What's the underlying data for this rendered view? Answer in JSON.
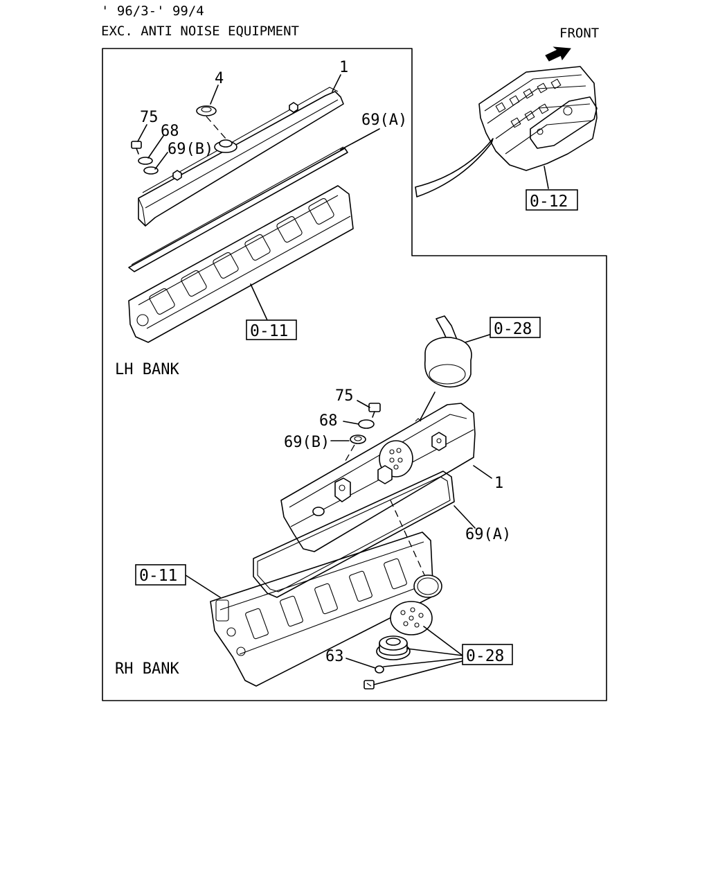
{
  "header": {
    "date_range": "' 96/3-' 99/4",
    "variant": "EXC. ANTI NOISE EQUIPMENT",
    "direction": "FRONT"
  },
  "sections": {
    "lh_bank": "LH BANK",
    "rh_bank": "RH BANK"
  },
  "lh_labels": {
    "cover": "1",
    "grommet": "4",
    "bolt": "75",
    "washer": "68",
    "seal_b": "69(B)",
    "gasket_a": "69(A)",
    "head_ref": "0-11"
  },
  "rh_labels": {
    "breather_ref": "0-28",
    "bolt": "75",
    "washer": "68",
    "seal_b": "69(B)",
    "cover": "1",
    "gasket_a": "69(A)",
    "head_ref": "0-11",
    "clip": "63",
    "cap_ref": "0-28"
  },
  "inset": {
    "engine_ref": "0-12"
  }
}
